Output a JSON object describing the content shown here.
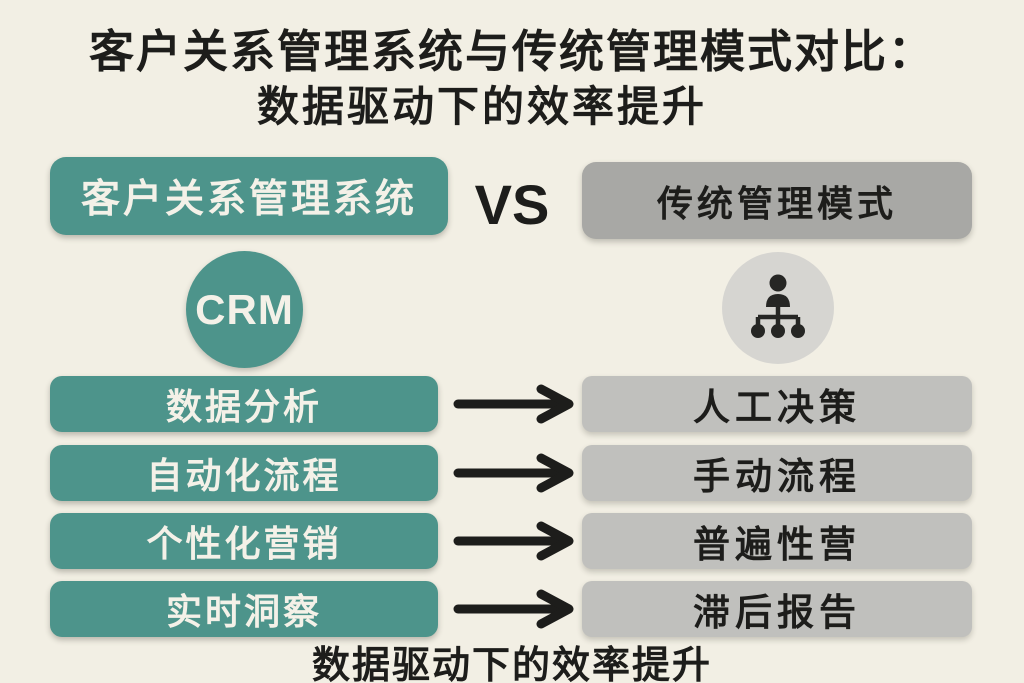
{
  "colors": {
    "background": "#f2efe4",
    "teal": "#4d948b",
    "gray_header": "#a8a8a5",
    "gray_pill": "#c0c0bd",
    "gray_circle": "#d6d5d1",
    "ink": "#1d1d1b",
    "cream_text": "#f4f1e8"
  },
  "title": {
    "line1": "客户关系管理系统与传统管理模式对比：",
    "line2": "数据驱动下的效率提升"
  },
  "header": {
    "left_label": "客户关系管理系统",
    "vs_label": "VS",
    "right_label": "传统管理模式"
  },
  "badges": {
    "crm_label": "CRM",
    "traditional_icon": "org-chart-icon"
  },
  "icons": {
    "arrow": "right-arrow-icon"
  },
  "rows": [
    {
      "left": "数据分析",
      "right": "人工决策"
    },
    {
      "left": "自动化流程",
      "right": "手动流程"
    },
    {
      "left": "个性化营销",
      "right": "普遍性营"
    },
    {
      "left": "实时洞察",
      "right": "滞后报告"
    }
  ],
  "footer": {
    "caption": "数据驱动下的效率提升"
  }
}
